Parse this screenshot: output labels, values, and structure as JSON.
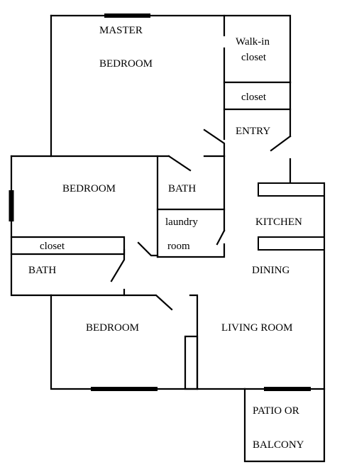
{
  "rooms": {
    "master_bedroom_line1": "MASTER",
    "master_bedroom_line2": "BEDROOM",
    "walk_in_closet_line1": "Walk-in",
    "walk_in_closet_line2": "closet",
    "closet_entry": "closet",
    "entry": "ENTRY",
    "bedroom_middle": "BEDROOM",
    "bath_center": "BATH",
    "laundry_line1": "laundry",
    "laundry_line2": "room",
    "kitchen": "KITCHEN",
    "closet_left": "closet",
    "bath_left": "BATH",
    "dining": "DINING",
    "bedroom_bottom": "BEDROOM",
    "living_room": "LIVING ROOM",
    "patio_line1": "PATIO OR",
    "patio_line2": "BALCONY"
  }
}
